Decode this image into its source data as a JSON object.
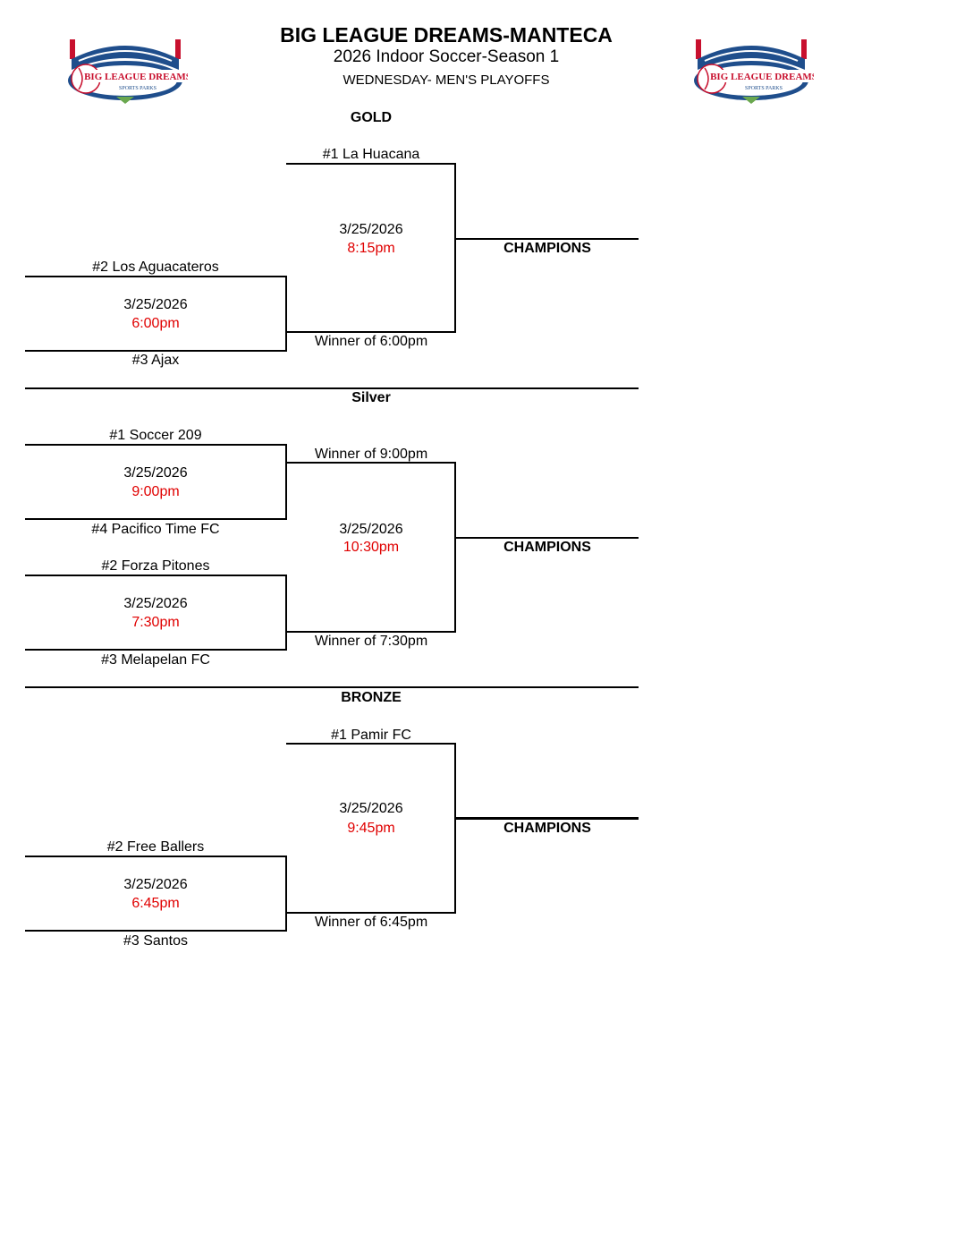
{
  "header": {
    "title": "BIG LEAGUE DREAMS-MANTECA",
    "subtitle": "2026 Indoor Soccer-Season 1",
    "division": "WEDNESDAY- MEN'S PLAYOFFS"
  },
  "logo": {
    "text": "BIG LEAGUE DREAMS",
    "subtext": "SPORTS PARKS"
  },
  "gold": {
    "label": "GOLD",
    "top_seed": "#1 La Huacana",
    "semi_top": "#2 Los Aguacateros",
    "semi_date": "3/25/2026",
    "semi_time": "6:00pm",
    "semi_bottom": "#3 Ajax",
    "final_date": "3/25/2026",
    "final_time": "8:15pm",
    "final_bottom": "Winner of 6:00pm",
    "champions": "CHAMPIONS"
  },
  "silver": {
    "label": "Silver",
    "semi1_top": "#1 Soccer 209",
    "semi1_date": "3/25/2026",
    "semi1_time": "9:00pm",
    "semi1_bottom": "#4 Pacifico Time FC",
    "semi2_top": "#2 Forza Pitones",
    "semi2_date": "3/25/2026",
    "semi2_time": "7:30pm",
    "semi2_bottom": "#3 Melapelan FC",
    "final_top": "Winner of 9:00pm",
    "final_date": "3/25/2026",
    "final_time": "10:30pm",
    "final_bottom": "Winner of 7:30pm",
    "champions": "CHAMPIONS"
  },
  "bronze": {
    "label": "BRONZE",
    "top_seed": "#1 Pamir FC",
    "semi_top": "#2 Free Ballers",
    "semi_date": "3/25/2026",
    "semi_time": "6:45pm",
    "semi_bottom": "#3 Santos",
    "final_date": "3/25/2026",
    "final_time": "9:45pm",
    "final_bottom": "Winner of 6:45pm",
    "champions": "CHAMPIONS"
  }
}
